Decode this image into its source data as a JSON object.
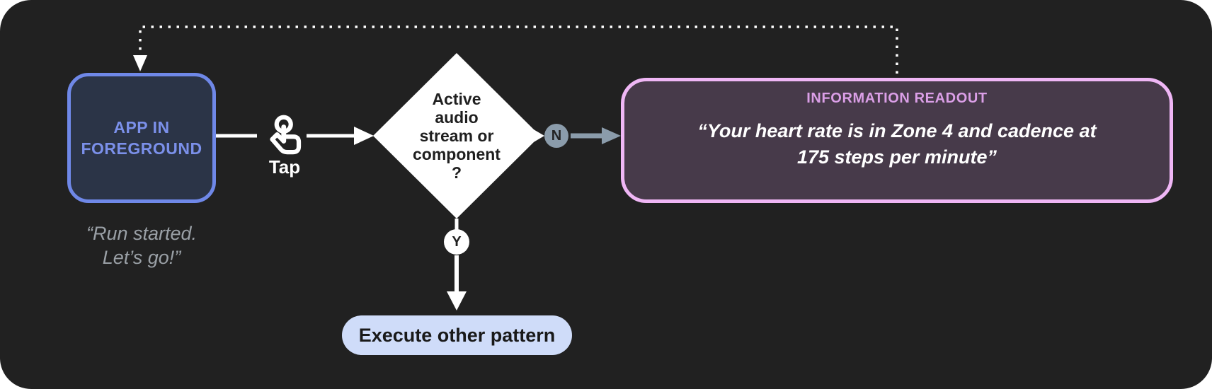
{
  "colors": {
    "canvas_bg": "#212121",
    "app_border": "#6f88e8",
    "app_fill": "#2b3447",
    "app_text": "#7b90ea",
    "caption_text": "#9aa0a6",
    "connector_white": "#ffffff",
    "decision_fill": "#ffffff",
    "decision_text": "#1f1f1f",
    "no_branch": "#8b9cab",
    "readout_border": "#efb6f5",
    "readout_fill": "#473a4a",
    "readout_title": "#db9fe7",
    "action_fill": "#cfdcf9",
    "action_text": "#191919"
  },
  "diagram": {
    "app_node": {
      "line1": "APP IN",
      "line2": "FOREGROUND"
    },
    "app_caption": {
      "line1": "“Run started.",
      "line2": "Let’s go!”"
    },
    "tap_label": "Tap",
    "decision": {
      "line1": "Active",
      "line2": "audio",
      "line3": "stream or",
      "line4": "component",
      "line5": "?"
    },
    "no_label": "N",
    "yes_label": "Y",
    "readout": {
      "title": "INFORMATION READOUT",
      "quote_line1": "“Your heart rate is in Zone 4 and cadence at",
      "quote_line2": "175 steps per minute”"
    },
    "action_label": "Execute other pattern"
  }
}
